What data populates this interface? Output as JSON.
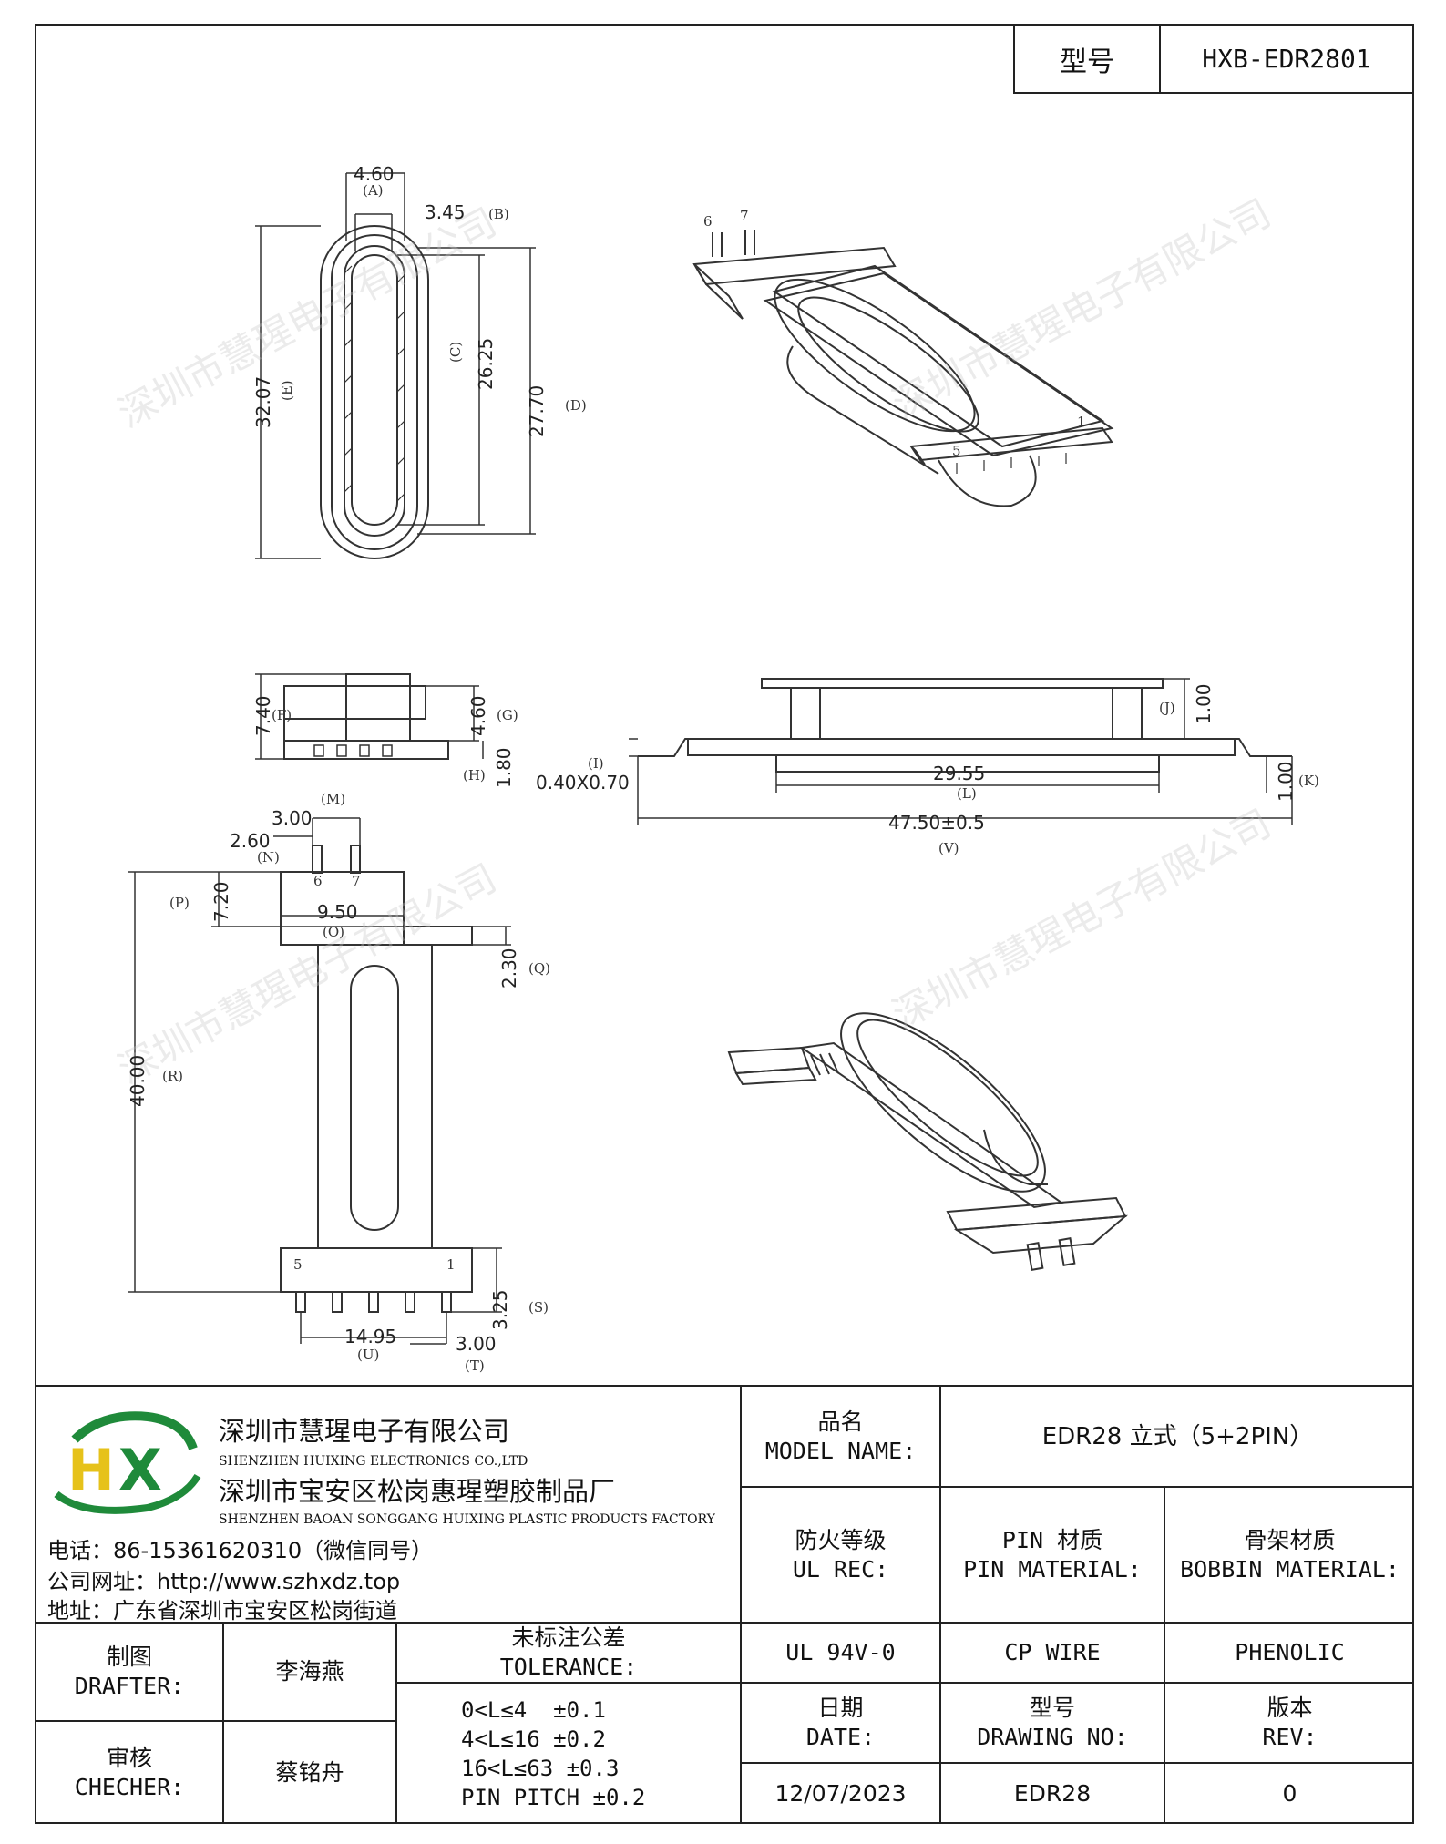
{
  "header": {
    "model_label": "型号",
    "model_value": "HXB-EDR2801"
  },
  "watermark": "深圳市慧瑆电子有限公司",
  "views": {
    "top": {
      "dims": [
        "4.60",
        "3.45",
        "26.25",
        "27.70",
        "32.07"
      ],
      "labels": [
        "(A)",
        "(B)",
        "(C)",
        "(D)",
        "(E)"
      ]
    },
    "side_small": {
      "dims": [
        "7.40",
        "4.60",
        "1.80"
      ],
      "labels": [
        "(F)",
        "(G)",
        "(H)"
      ]
    },
    "side_long": {
      "dims": [
        "0.40X0.70",
        "29.55",
        "47.50±0.5",
        "1.00",
        "1.00"
      ],
      "labels": [
        "(I)",
        "(L)",
        "(V)",
        "(J)",
        "(K)"
      ]
    },
    "bottom": {
      "dims": [
        "3.00",
        "2.60",
        "7.20",
        "9.50",
        "2.30",
        "40.00",
        "3.25",
        "14.95",
        "3.00"
      ],
      "labels": [
        "(M)",
        "(N)",
        "(P)",
        "(O)",
        "(Q)",
        "(R)",
        "(S)",
        "(U)",
        "(T)"
      ],
      "pin_numbers": [
        "6",
        "7",
        "5",
        "1"
      ]
    },
    "iso_top": {
      "pin_numbers": [
        "6",
        "7",
        "1",
        "5"
      ]
    }
  },
  "company": {
    "logo_text": "HX",
    "name_cn": "深圳市慧瑆电子有限公司",
    "name_en": "SHENZHEN HUIXING ELECTRONICS CO.,LTD",
    "factory_cn": "深圳市宝安区松岗惠瑆塑胶制品厂",
    "factory_en": "SHENZHEN BAOAN SONGGANG HUIXING PLASTIC PRODUCTS FACTORY",
    "phone": "电话：86-15361620310（微信同号）",
    "website": "公司网址：http://www.szhxdz.top",
    "address": "地址：广东省深圳市宝安区松岗街道",
    "colors": {
      "logo_green": "#1f8a3a",
      "logo_yellow": "#e6c21a"
    }
  },
  "title_block": {
    "model_name_label_cn": "品名",
    "model_name_label_en": "MODEL NAME:",
    "model_name_value": "EDR28 立式（5+2PIN）",
    "ul_label_cn": "防火等级",
    "ul_label_en": "UL REC:",
    "ul_value": "UL 94V-0",
    "pin_label_cn": "PIN 材质",
    "pin_label_en": "PIN MATERIAL:",
    "pin_value": "CP WIRE",
    "bobbin_label_cn": "骨架材质",
    "bobbin_label_en": "BOBBIN MATERIAL:",
    "bobbin_value": "PHENOLIC",
    "drafter_label_cn": "制图",
    "drafter_label_en": "DRAFTER:",
    "drafter_value": "李海燕",
    "checker_label_cn": "审核",
    "checker_label_en": "CHECHER:",
    "checker_value": "蔡铭舟",
    "tolerance_label_cn": "未标注公差",
    "tolerance_label_en": "TOLERANCE:",
    "tolerance_lines": [
      "0<L≤4  ±0.1",
      "4<L≤16 ±0.2",
      "16<L≤63 ±0.3",
      "PIN PITCH ±0.2"
    ],
    "date_label_cn": "日期",
    "date_label_en": "DATE:",
    "date_value": "12/07/2023",
    "drawing_label_cn": "型号",
    "drawing_label_en": "DRAWING NO:",
    "drawing_value": "EDR28",
    "rev_label_cn": "版本",
    "rev_label_en": "REV:",
    "rev_value": "0"
  }
}
